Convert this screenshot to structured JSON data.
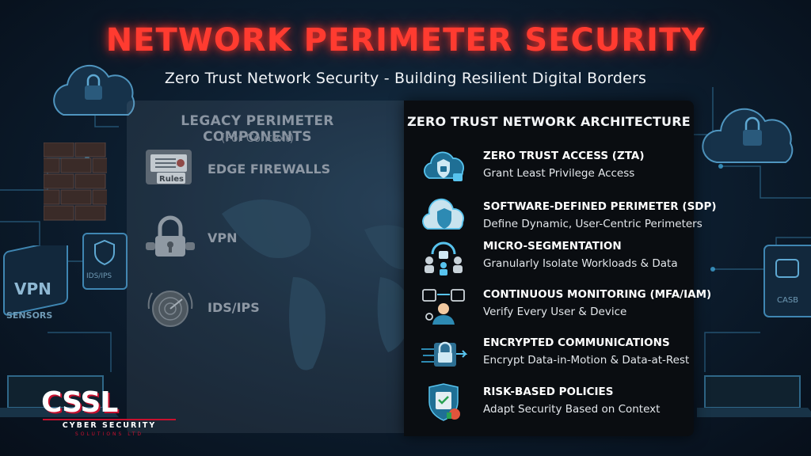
{
  "title": "NETWORK PERIMETER SECURITY",
  "subtitle": "Zero Trust Network Security - Building Resilient Digital Borders",
  "legacy": {
    "title": "LEGACY PERIMETER COMPONENTS",
    "subtitle": "(For Context)",
    "items": [
      {
        "label": "EDGE FIREWALLS",
        "icon": "firewall-icon",
        "icon_text": "Rules"
      },
      {
        "label": "VPN",
        "icon": "padlock-icon"
      },
      {
        "label": "IDS/IPS",
        "icon": "radar-icon"
      }
    ]
  },
  "zero_trust": {
    "title": "ZERO TRUST NETWORK ARCHITECTURE",
    "items": [
      {
        "heading": "ZERO TRUST ACCESS (ZTA)",
        "description": "Grant Least Privilege Access",
        "icon": "cloud-shield-lock-icon"
      },
      {
        "heading": "SOFTWARE-DEFINED PERIMETER (SDP)",
        "description": "Define Dynamic, User-Centric Perimeters",
        "icon": "cloud-shield-icon"
      },
      {
        "heading": "MICRO-SEGMENTATION",
        "description": "Granularly Isolate Workloads & Data",
        "icon": "segmentation-icon"
      },
      {
        "heading": "CONTINUOUS MONITORING (MFA/IAM)",
        "description": "Verify Every User & Device",
        "icon": "monitoring-user-icon"
      },
      {
        "heading": "ENCRYPTED COMMUNICATIONS",
        "description": "Encrypt Data-in-Motion & Data-at-Rest",
        "icon": "encrypted-lock-icon"
      },
      {
        "heading": "RISK-BASED POLICIES",
        "description": "Adapt Security Based on Context",
        "icon": "shield-checklist-icon"
      }
    ]
  },
  "background_labels": {
    "vpn": "VPN",
    "sensors": "SENSORS",
    "ids": "IDS/IPS",
    "cas": "CASB"
  },
  "logo": {
    "main": "CSSL",
    "line1": "CYBER SECURITY",
    "line2": "SOLUTIONS LTD"
  },
  "colors": {
    "accent_red": "#ff3b30",
    "panel_dark": "#0a0d11",
    "icon_cyan": "#37b6e0",
    "brand_red": "#c8102e"
  }
}
